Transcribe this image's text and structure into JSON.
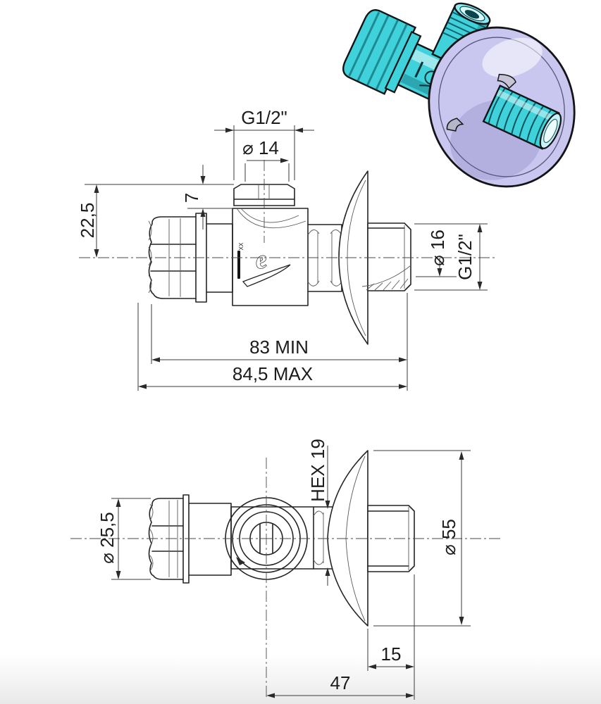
{
  "drawing": {
    "side_view": {
      "dim_thread_top": "G1/2\"",
      "dim_dia_top": "⌀ 14",
      "dim_offset": "7",
      "dim_height": "22,5",
      "dim_dia_outlet": "⌀ 16",
      "dim_thread_outlet": "G1/2\"",
      "dim_length_min": "83 MIN",
      "dim_length_max": "84,5 MAX",
      "logo_letter": "e",
      "brand_mark": "XX"
    },
    "top_view": {
      "dim_hex": "HEX 19",
      "dim_dia_nut": "⌀ 25,5",
      "dim_dia_rosette": "⌀ 55",
      "dim_depth": "15",
      "dim_reach": "47"
    }
  },
  "render3d": {
    "body_color": "#3fd2da",
    "rosette_color": "#c9c6ef",
    "outline_color": "#141417"
  }
}
